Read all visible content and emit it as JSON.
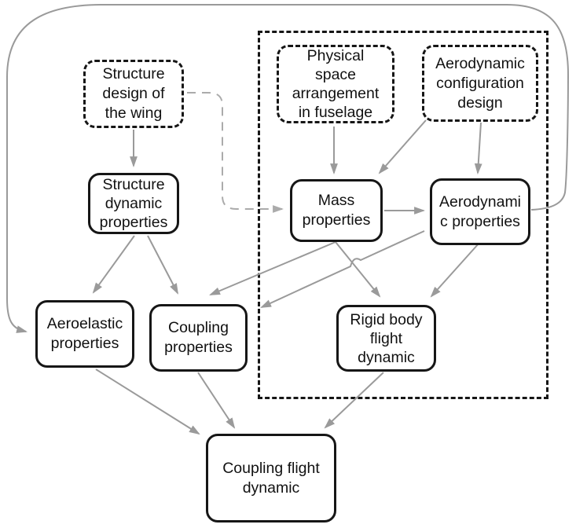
{
  "diagram": {
    "nodes": [
      {
        "id": "structure-design",
        "label": "Structure\ndesign of\nthe wing",
        "style": "dashed"
      },
      {
        "id": "physical-space",
        "label": "Physical\nspace\narrangement\nin fuselage",
        "style": "dashed"
      },
      {
        "id": "aero-config",
        "label": "Aerodynamic\nconfiguration\ndesign",
        "style": "dashed"
      },
      {
        "id": "structure-dynamic",
        "label": "Structure\ndynamic\nproperties",
        "style": "solid"
      },
      {
        "id": "mass",
        "label": "Mass\nproperties",
        "style": "solid"
      },
      {
        "id": "aero-props",
        "label": "Aerodynami\nc properties",
        "style": "solid"
      },
      {
        "id": "aeroelastic",
        "label": "Aeroelastic\nproperties",
        "style": "solid"
      },
      {
        "id": "coupling-props",
        "label": "Coupling\nproperties",
        "style": "solid"
      },
      {
        "id": "rigid-body",
        "label": "Rigid body\nflight\ndynamic",
        "style": "solid"
      },
      {
        "id": "coupling-flight",
        "label": "Coupling flight\ndynamic",
        "style": "solid"
      }
    ],
    "edges": [
      {
        "from": "structure-design",
        "to": "structure-dynamic",
        "style": "solid-gray"
      },
      {
        "from": "structure-design",
        "to": "mass",
        "style": "dashed-gray-elbow"
      },
      {
        "from": "physical-space",
        "to": "mass",
        "style": "solid-gray"
      },
      {
        "from": "aero-config",
        "to": "mass",
        "style": "solid-gray"
      },
      {
        "from": "aero-config",
        "to": "aero-props",
        "style": "solid-gray"
      },
      {
        "from": "mass",
        "to": "aero-props",
        "style": "solid-gray"
      },
      {
        "from": "structure-dynamic",
        "to": "aeroelastic",
        "style": "solid-gray"
      },
      {
        "from": "structure-dynamic",
        "to": "coupling-props",
        "style": "solid-gray"
      },
      {
        "from": "mass",
        "to": "coupling-props",
        "style": "solid-gray"
      },
      {
        "from": "mass",
        "to": "rigid-body",
        "style": "solid-gray"
      },
      {
        "from": "aero-props",
        "to": "coupling-props",
        "style": "solid-gray-with-hop"
      },
      {
        "from": "aero-props",
        "to": "rigid-body",
        "style": "solid-gray"
      },
      {
        "from": "aero-props",
        "to": "aeroelastic",
        "style": "solid-gray-loop-around-canvas"
      },
      {
        "from": "aeroelastic",
        "to": "coupling-flight",
        "style": "solid-gray"
      },
      {
        "from": "coupling-props",
        "to": "coupling-flight",
        "style": "solid-gray"
      },
      {
        "from": "rigid-body",
        "to": "coupling-flight",
        "style": "solid-gray"
      }
    ],
    "dashed_region_contains": [
      "physical-space",
      "aero-config",
      "mass",
      "aero-props",
      "rigid-body"
    ],
    "colors": {
      "node_border": "#161616",
      "node_fill": "#ffffff",
      "arrow": "#9a9a9a",
      "dashed_arrow": "#ababab",
      "background": "#ffffff"
    }
  }
}
